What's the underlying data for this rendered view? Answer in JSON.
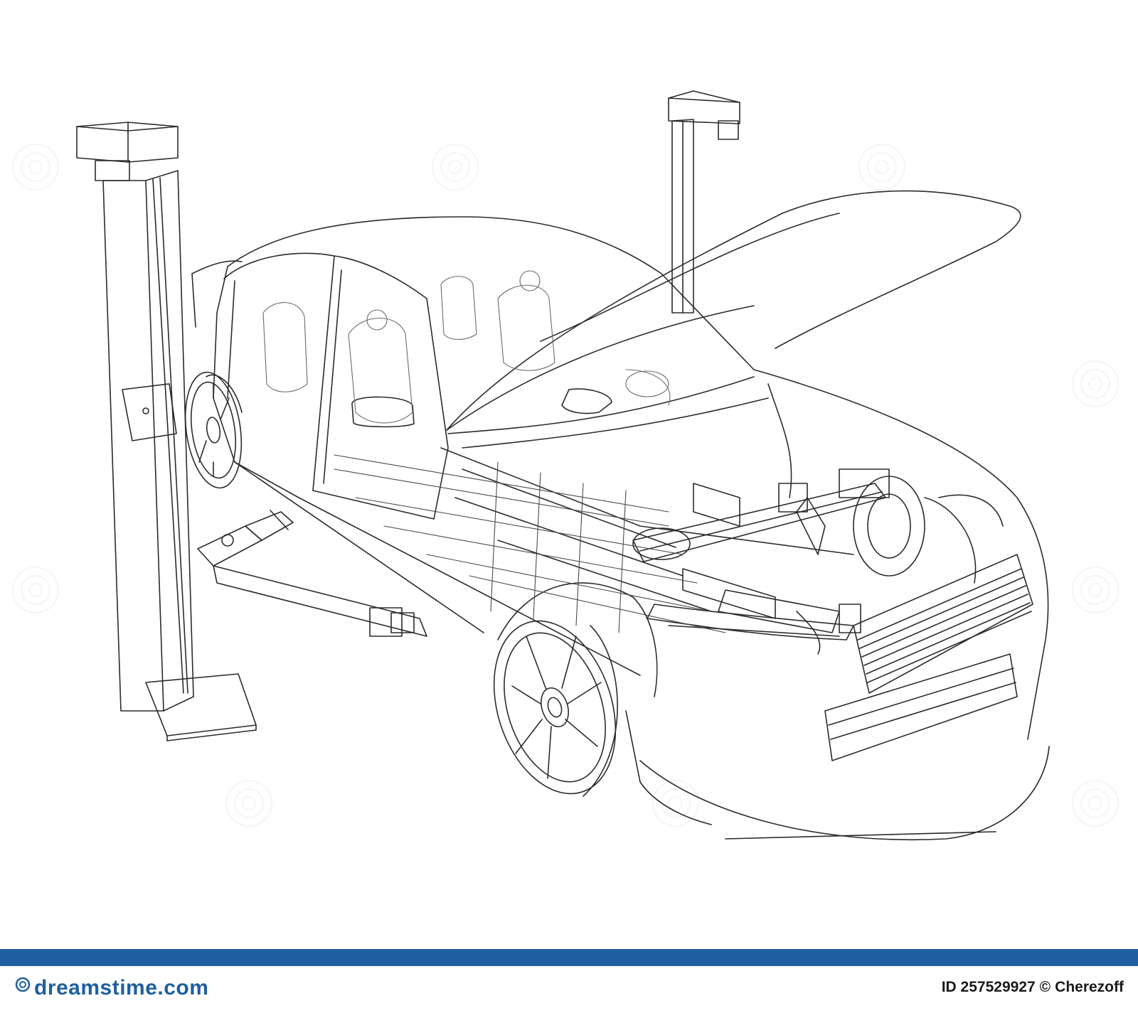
{
  "colors": {
    "banner_bar": "#1f5fa0",
    "brand_text": "#1f5fa0",
    "credit_text": "#1a1a1a",
    "line": "#2b2b2b",
    "watermark": "#9a9a9a"
  },
  "footer": {
    "brand": "dreamstime.com",
    "image_id": "ID 257529927",
    "copyright_symbol": "©",
    "author": "Cherezoff"
  },
  "icons": {
    "brand_logo": "dreamstime-swirl-icon",
    "watermark": "dreamstime-watermark-icon"
  }
}
